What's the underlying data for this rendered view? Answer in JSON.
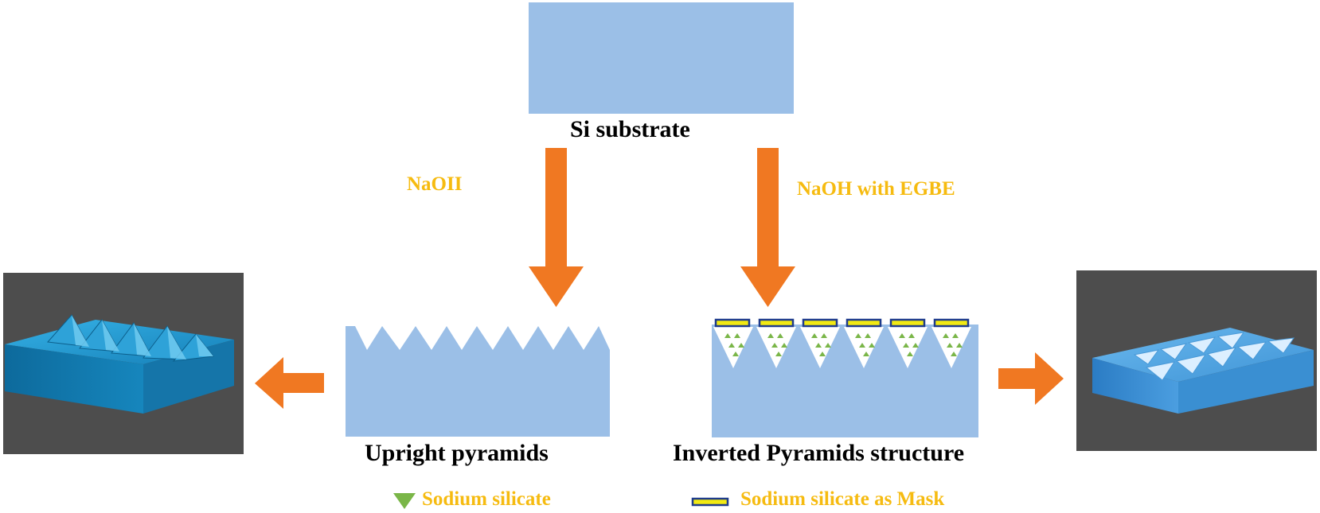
{
  "labels": {
    "substrate": "Si substrate",
    "left_reagent": "NaOII",
    "right_reagent": "NaOH with EGBE",
    "upright": "Upright pyramids",
    "inverted": "Inverted Pyramids structure"
  },
  "legend": {
    "sodium_silicate": "Sodium silicate",
    "sodium_silicate_mask": "Sodium silicate as Mask"
  },
  "colors": {
    "silicon": "#9bbfe7",
    "arrow": "#f07822",
    "label_accent": "#f6bb10",
    "particle": "#7ab648",
    "mask_fill": "#f2ea12",
    "mask_border": "#1f3c8c",
    "render_bg": "#4d4d4d",
    "render_block": "#1b8fc4"
  }
}
